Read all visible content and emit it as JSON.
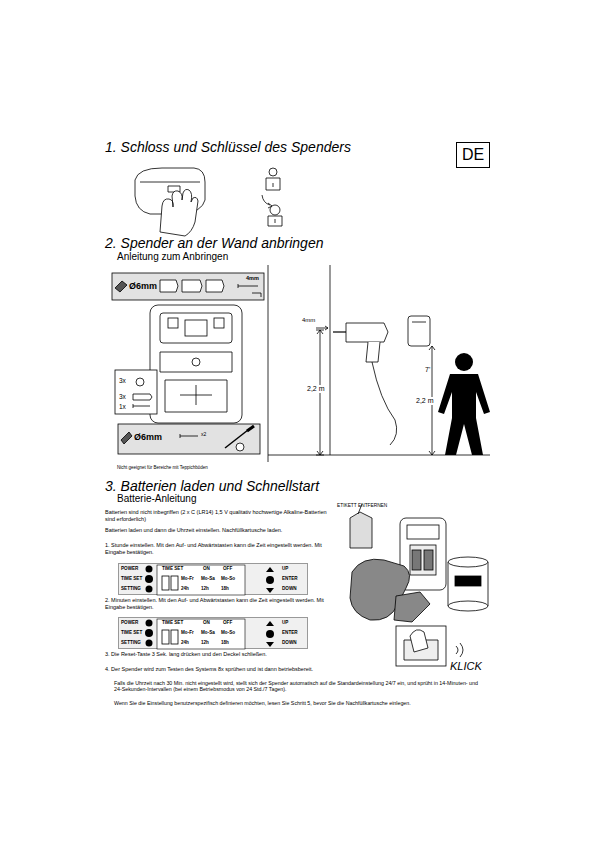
{
  "diagram": {
    "nodes": [
      {
        "text": [
          "DE"
        ]
      },
      {
        "text": [
          "POWER",
          "TIME SET",
          "SETTING",
          "TIME SET",
          "ON",
          "OFF",
          "Mo-Fr",
          "Mo-Sa",
          "Mo-So",
          "24h",
          "12h",
          "18h",
          "UP",
          "ENTER",
          "DOWN"
        ]
      },
      {
        "text": [
          "POWER",
          "TIME SET",
          "SETTING",
          "TIME SET",
          "ON",
          "OFF",
          "Mo-Fr",
          "Mo-Sa",
          "Mo-So",
          "24h",
          "12h",
          "18h",
          "UP",
          "ENTER",
          "DOWN"
        ]
      }
    ],
    "labels": [
      "1. Schloss und Schlüssel des Spenders",
      "2. Spender an der Wand anbringen",
      "Anleitung zum Anbringen",
      "Ø6mm",
      "4mm",
      "4mm",
      "2,2 m",
      "7'",
      "2,2 m",
      "3x",
      "3x",
      "1x",
      "Ø6mm",
      "x2",
      "Nicht geeignet für Bereiche mit Teppichböden",
      "3. Batterien laden und Schnellstart",
      "Batterie-Anleitung",
      "Batterien sind nicht inbegriffen (2 x C (LR14) 1,5 V qualitativ hochwertige Alkaline-Batterien sind erforderlich)",
      "Batterien laden und dann die Uhrzeit einstellen. Nachfüllkartusche laden.",
      "ETIKETT ENTFERNEN",
      "1. Stunde einstellen. Mit den Auf- und Abwärtstasten kann die Zeit eingestellt werden. Mit Eingabe bestätigen.",
      "2. Minuten einstellen. Mit den Auf- und Abwärtstasten kann die Zeit eingestellt werden. Mit Eingabe bestätigen.",
      "3. Die Reset-Taste 3 Sek. lang drücken und den Deckel schließen.",
      "4. Der Spender wird zum Testen des Systems 8x sprühen und ist dann betriebsbereit.",
      "KLICK",
      "Falls die Uhrzeit nach 30 Min. nicht eingestellt wird, stellt sich der Spender automatisch auf die Standardeinstellung 24/7 ein, und sprüht in 14-Minuten- und 24-Sekunden-Intervallen (bei einem Betriebsmodus von 24 Std./7 Tagen).",
      "Wenn Sie die Einstellung benutzerspezifisch definieren möchten, lesen Sie Schritt 5, bevor Sie die Nachfüllkartusche einlegen."
    ]
  }
}
